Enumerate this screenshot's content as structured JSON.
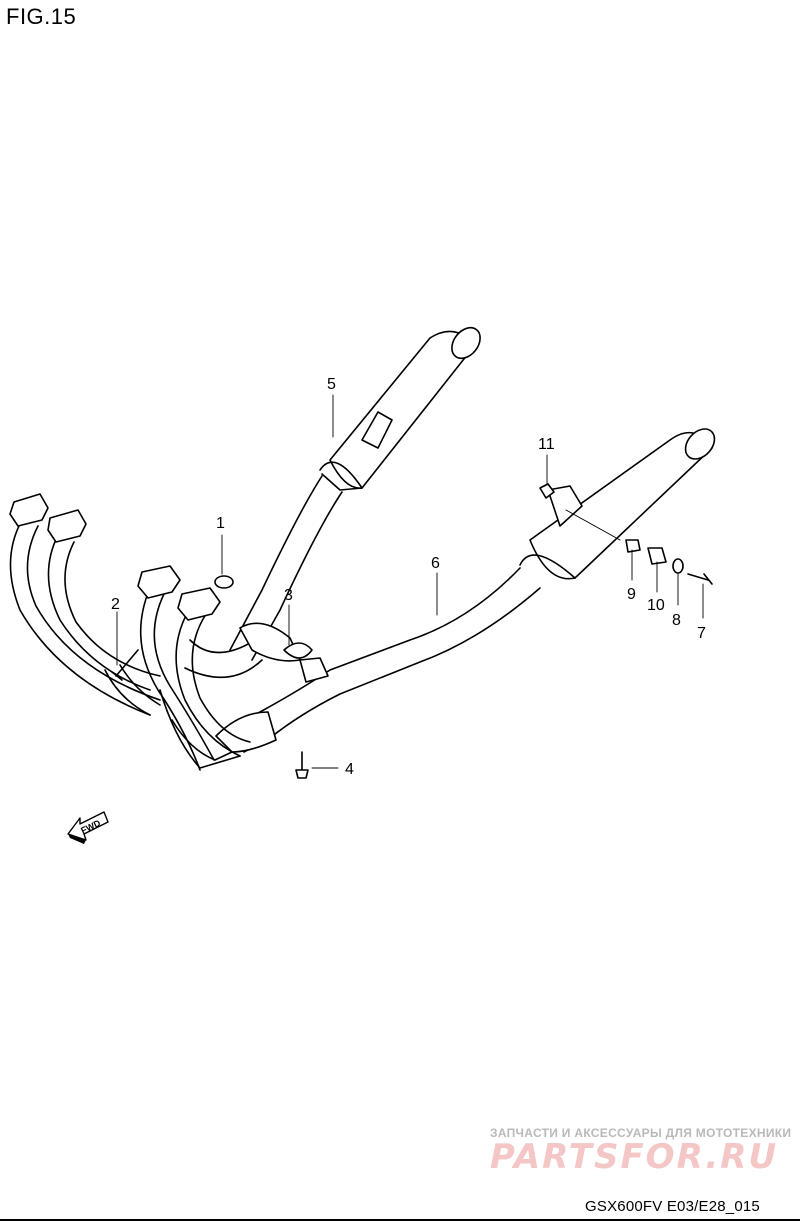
{
  "figure": {
    "title": "FIG.15"
  },
  "callouts": [
    {
      "id": "1",
      "label": "1"
    },
    {
      "id": "2",
      "label": "2"
    },
    {
      "id": "3",
      "label": "3"
    },
    {
      "id": "4",
      "label": "4"
    },
    {
      "id": "5",
      "label": "5"
    },
    {
      "id": "6",
      "label": "6"
    },
    {
      "id": "7",
      "label": "7"
    },
    {
      "id": "8",
      "label": "8"
    },
    {
      "id": "9",
      "label": "9"
    },
    {
      "id": "10",
      "label": "10"
    },
    {
      "id": "11",
      "label": "11"
    }
  ],
  "fwd_arrow": {
    "label": "FWD"
  },
  "watermark": {
    "caption": "ЗАПЧАСТИ И АКСЕССУАРЫ ДЛЯ МОТОТЕХНИКИ",
    "logo": "PARTSFOR.RU",
    "color_caption": "#b9b9b9",
    "color_logo": "#f4c6c6"
  },
  "footer": {
    "code": "GSX600FV E03/E28_015"
  }
}
